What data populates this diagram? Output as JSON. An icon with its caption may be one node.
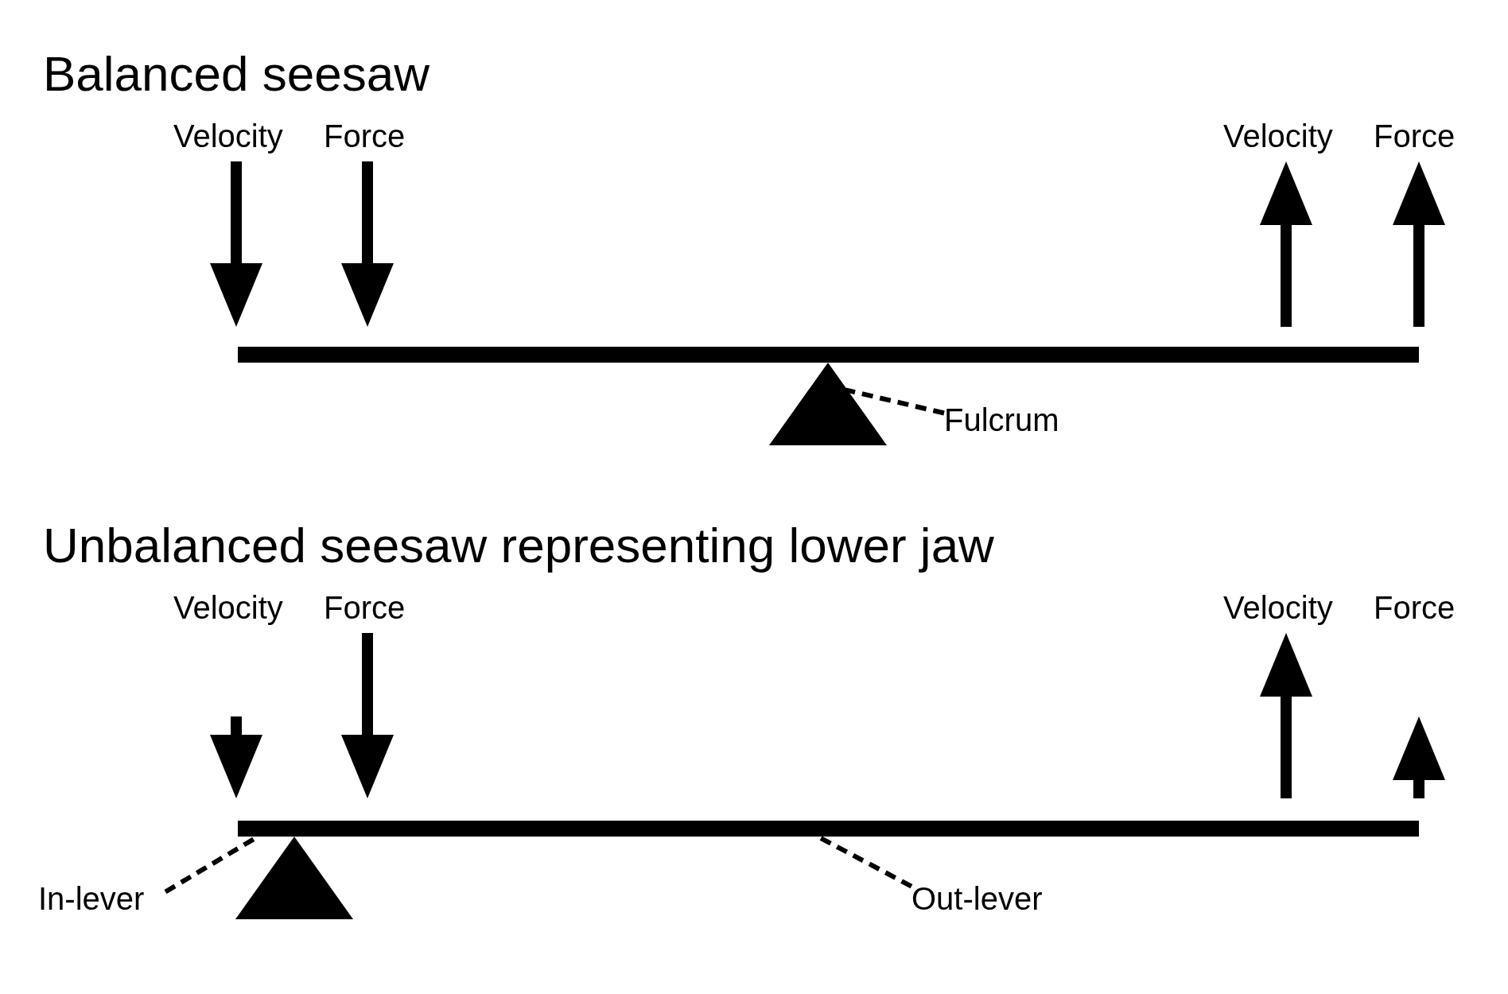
{
  "diagram": {
    "nodes": [
      {
        "text": [],
        "shape": "bar"
      },
      {
        "text": [],
        "shape": "triangle"
      },
      {
        "text": [
          "Fulcrum"
        ]
      },
      {
        "text": [],
        "shape": "bar"
      },
      {
        "text": [
          "In-lever"
        ]
      },
      {
        "text": [],
        "shape": "triangle"
      },
      {
        "text": [
          "Out-lever"
        ]
      }
    ],
    "edges": [
      {
        "from": 2,
        "to": 1,
        "arrow": "none",
        "style": "dashed"
      },
      {
        "from": 4,
        "to": 3,
        "arrow": "none",
        "style": "dashed"
      },
      {
        "from": 6,
        "to": 3,
        "arrow": "none",
        "style": "dashed"
      }
    ],
    "labels": [
      "Balanced seesaw",
      "Velocity",
      "Force",
      "Velocity",
      "Force",
      "Unbalanced seesaw representing lower jaw",
      "Velocity",
      "Force",
      "Velocity",
      "Force"
    ]
  }
}
